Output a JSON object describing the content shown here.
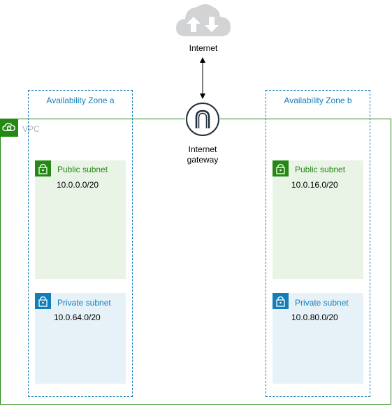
{
  "internet": {
    "label": "Internet",
    "icon": "cloud-upload-download-icon"
  },
  "gateway": {
    "label_line1": "Internet",
    "label_line2": "gateway",
    "icon": "internet-gateway-icon"
  },
  "vpc": {
    "label": "VPC",
    "icon": "cloud-lock-icon",
    "color": "#248814"
  },
  "zones": [
    {
      "label": "Availability Zone a",
      "public_subnet": {
        "label": "Public subnet",
        "cidr": "10.0.0.0/20"
      },
      "private_subnet": {
        "label": "Private subnet",
        "cidr": "10.0.64.0/20"
      }
    },
    {
      "label": "Availability Zone b",
      "public_subnet": {
        "label": "Public subnet",
        "cidr": "10.0.16.0/20"
      },
      "private_subnet": {
        "label": "Private subnet",
        "cidr": "10.0.80.0/20"
      }
    }
  ],
  "colors": {
    "zone_border": "#147EBA",
    "public_fill": "#E9F3E6",
    "public_accent": "#248814",
    "private_fill": "#E6F2F8",
    "private_accent": "#147EBA",
    "cloud": "#D2D3D5",
    "gateway": "#232F3E"
  }
}
